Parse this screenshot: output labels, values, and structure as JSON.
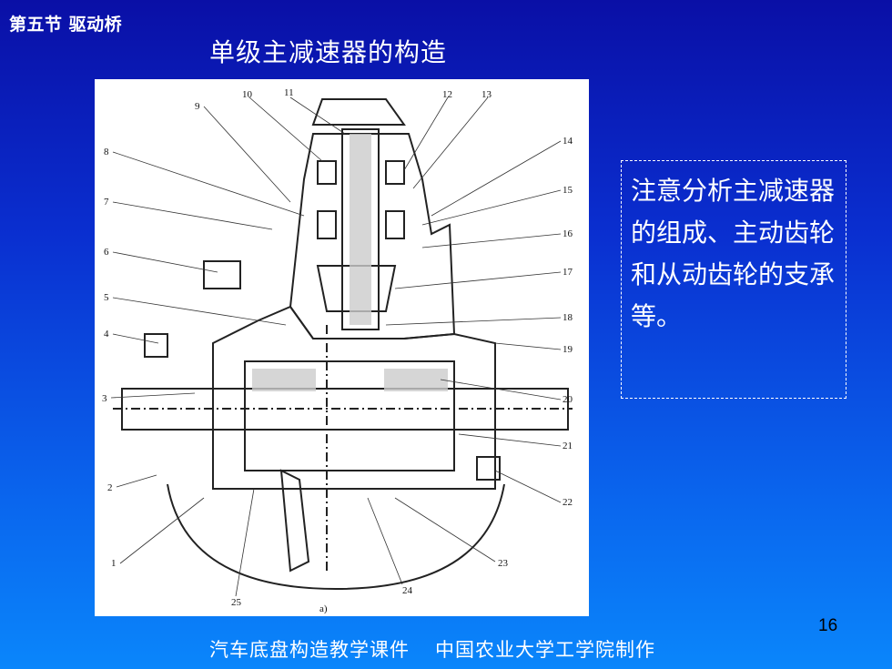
{
  "header": {
    "section": "第五节 驱动桥",
    "title": "单级主减速器的构造"
  },
  "diagram": {
    "caption": "a)",
    "callouts": [
      "1",
      "2",
      "3",
      "4",
      "5",
      "6",
      "7",
      "8",
      "9",
      "10",
      "11",
      "12",
      "13",
      "14",
      "15",
      "16",
      "17",
      "18",
      "19",
      "20",
      "21",
      "22",
      "23",
      "24",
      "25"
    ]
  },
  "note": {
    "text": "注意分析主减速器的组成、主动齿轮和从动齿轮的支承等。"
  },
  "page": {
    "number": "16"
  },
  "footer": {
    "left": "汽车底盘构造教学课件",
    "right": "中国农业大学工学院制作"
  }
}
